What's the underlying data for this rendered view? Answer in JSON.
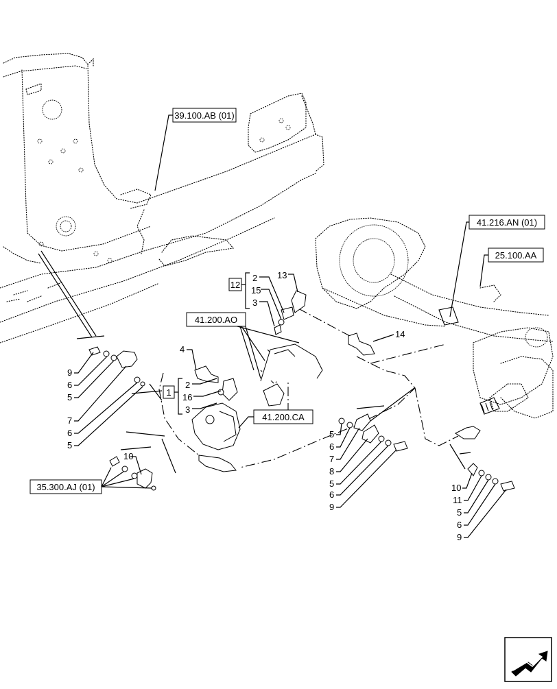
{
  "reference_boxes": {
    "frame": "39.100.AB (01)",
    "axle": "41.216.AN (01)",
    "axle_ref": "25.100.AA",
    "steer_valve": "41.200.AO",
    "steer_pump": "41.200.CA",
    "hitch": "35.300.AJ (01)"
  },
  "kits": {
    "kit_12": "12",
    "kit_1": "1"
  },
  "kit12_items": [
    "2",
    "15",
    "3"
  ],
  "kit1_items": [
    "2",
    "16",
    "3"
  ],
  "callouts": {
    "c13": "13",
    "c14": "14",
    "c4": "4",
    "c10_left": "10"
  },
  "list_left": [
    "9",
    "6",
    "5",
    "7",
    "6",
    "5"
  ],
  "list_middle": [
    "5",
    "6",
    "7",
    "8",
    "5",
    "6",
    "9"
  ],
  "list_right": [
    "10",
    "11",
    "5",
    "6",
    "9"
  ],
  "icons": {
    "nav": "arrow-next-icon"
  }
}
